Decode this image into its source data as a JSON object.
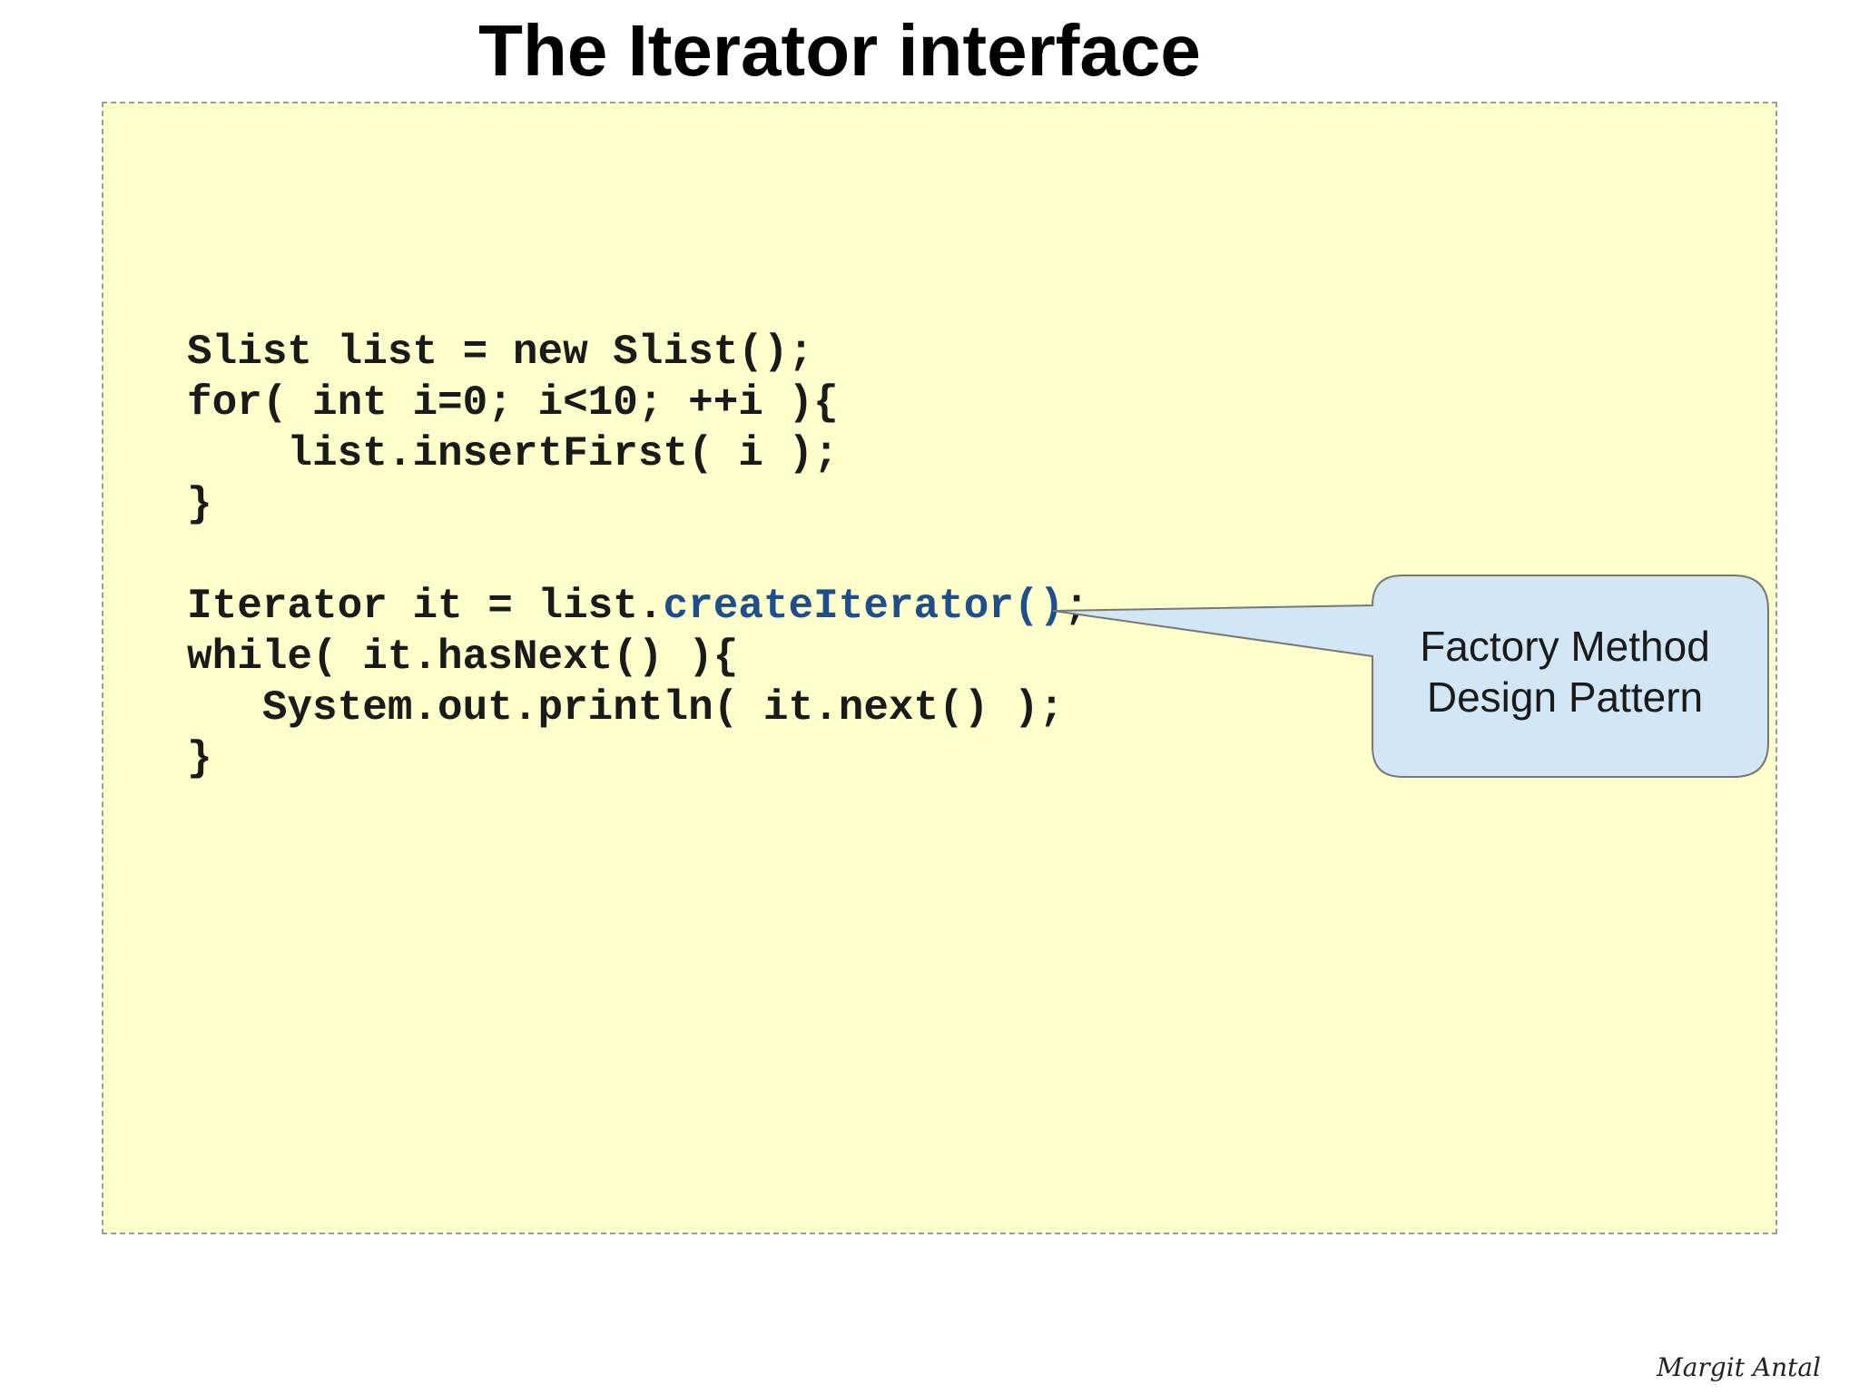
{
  "slide": {
    "title": "The Iterator interface",
    "code": {
      "line1": "Slist list = new Slist();",
      "line2": "for( int i=0; i<10; ++i ){",
      "line3": "    list.insertFirst( i );",
      "line4": "}",
      "line5": "",
      "line6_before": "Iterator it = list.",
      "line6_highlight": "createIterator()",
      "line6_after": ";",
      "line7": "while( it.hasNext() ){",
      "line8": "   System.out.println( it.next() );",
      "line9": "}"
    },
    "callout": {
      "line1": "Factory Method",
      "line2": "Design Pattern",
      "fill_color": "#d2e6f5",
      "border_color": "#777777"
    },
    "author": "Margit Antal",
    "colors": {
      "panel_background": "#ffffcc",
      "highlight": "#1f4e8c"
    }
  }
}
